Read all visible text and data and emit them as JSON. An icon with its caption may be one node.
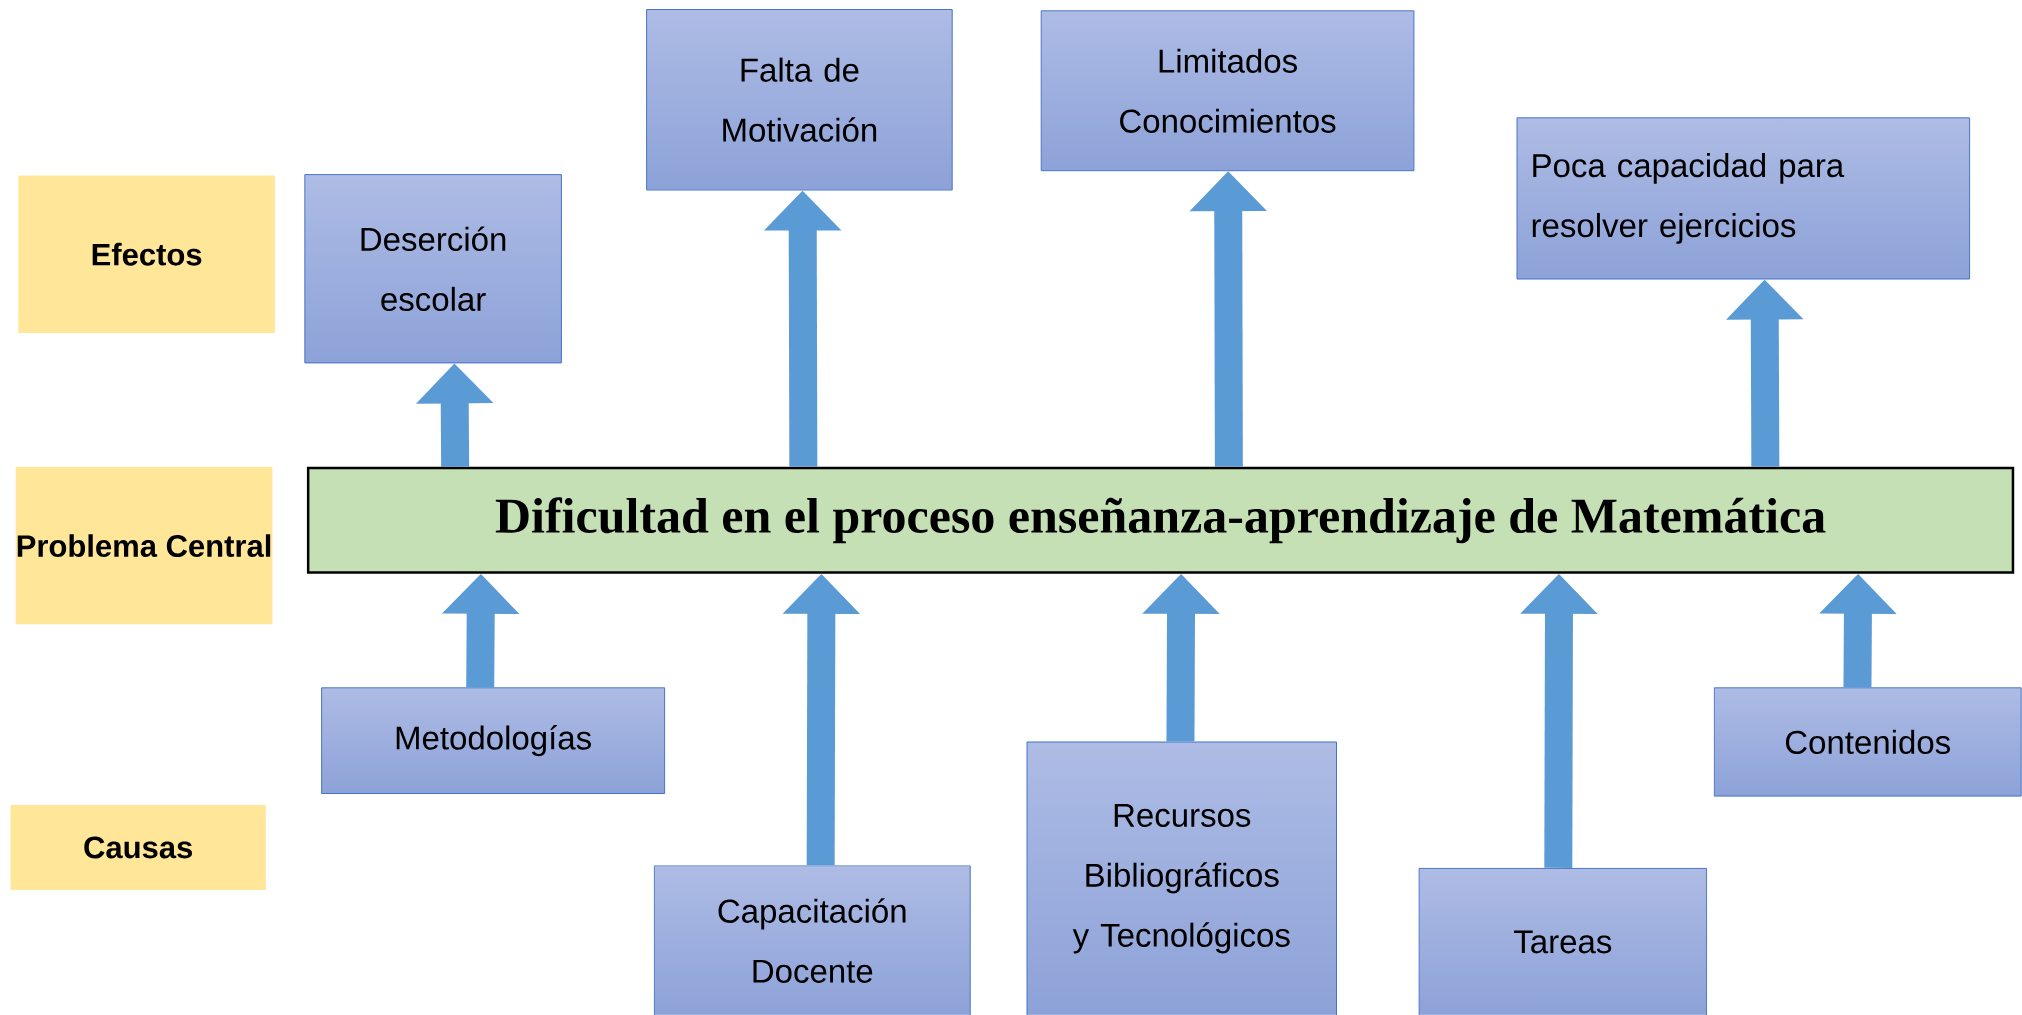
{
  "diagram": {
    "nodes": [
      {
        "text": [
          "Efectos"
        ]
      },
      {
        "text": [
          "Problema Central"
        ]
      },
      {
        "text": [
          "Causas"
        ]
      },
      {
        "text": [
          "Deserción escolar"
        ]
      },
      {
        "text": [
          "Falta de Motivación"
        ]
      },
      {
        "text": [
          "Limitados Conocimientos"
        ]
      },
      {
        "text": [
          "Poca capacidad para resolver ejercicios"
        ]
      },
      {
        "text": [
          "Dificultad en el proceso enseñanza-aprendizaje de Matemática"
        ]
      },
      {
        "text": [
          "Metodologías"
        ]
      },
      {
        "text": [
          "Capacitación Docente"
        ]
      },
      {
        "text": [
          "Recursos Bibliográficos y Tecnológicos"
        ]
      },
      {
        "text": [
          "Tareas"
        ]
      },
      {
        "text": [
          "Contenidos"
        ]
      }
    ],
    "edges": [
      {
        "from": 7,
        "to": 3,
        "arrow": "to"
      },
      {
        "from": 7,
        "to": 4,
        "arrow": "to"
      },
      {
        "from": 7,
        "to": 5,
        "arrow": "to"
      },
      {
        "from": 7,
        "to": 6,
        "arrow": "to"
      },
      {
        "from": 8,
        "to": 7,
        "arrow": "to"
      },
      {
        "from": 9,
        "to": 7,
        "arrow": "to"
      },
      {
        "from": 10,
        "to": 7,
        "arrow": "to"
      },
      {
        "from": 11,
        "to": 7,
        "arrow": "to"
      },
      {
        "from": 12,
        "to": 7,
        "arrow": "to"
      }
    ]
  }
}
